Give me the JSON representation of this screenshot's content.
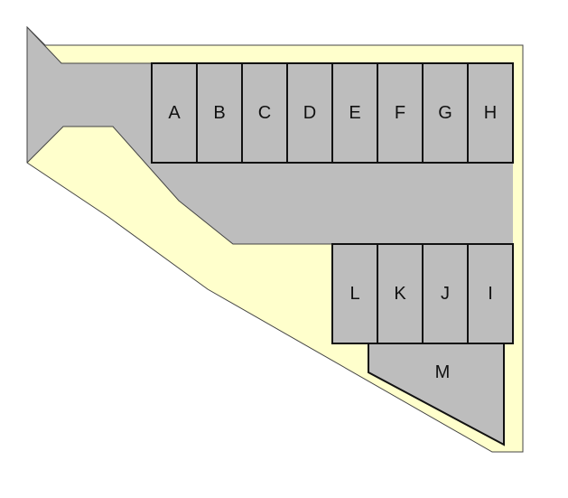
{
  "diagram": {
    "colors": {
      "lot_fill": "#ffffcc",
      "road_fill": "#bdbdbd",
      "space_fill": "#bdbdbd",
      "stroke": "#111111"
    },
    "top_row": [
      "A",
      "B",
      "C",
      "D",
      "E",
      "F",
      "G",
      "H"
    ],
    "bottom_row": [
      "L",
      "K",
      "J",
      "I"
    ],
    "wedge_space": "M"
  }
}
